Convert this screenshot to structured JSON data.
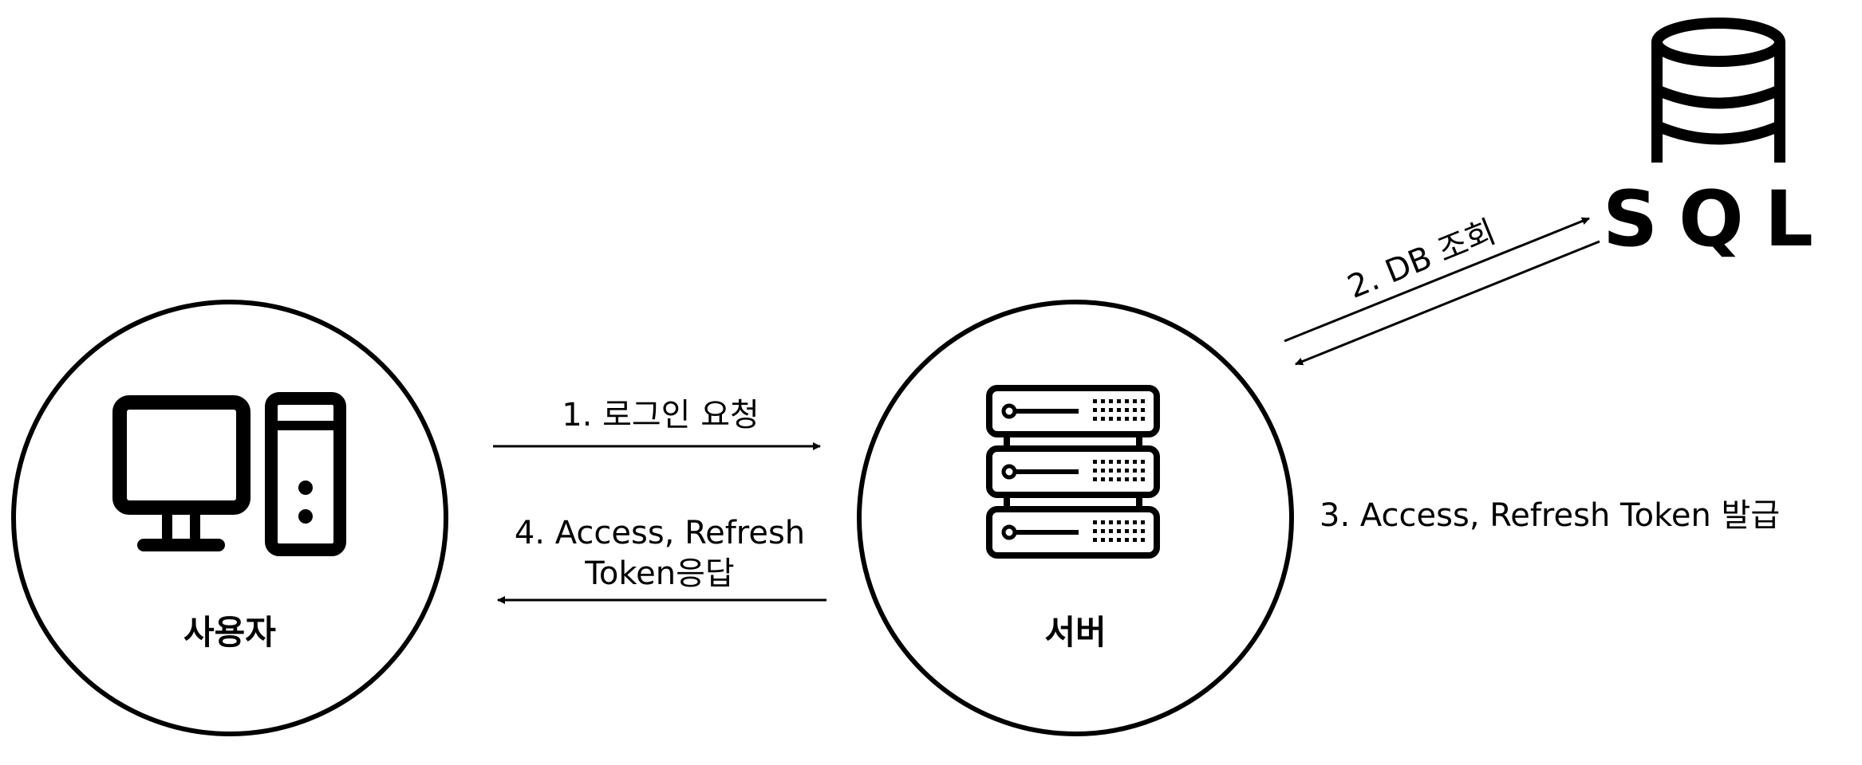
{
  "nodes": {
    "user": {
      "label": "사용자",
      "icon": "desktop-computer-icon"
    },
    "server": {
      "label": "서버",
      "icon": "server-rack-icon"
    },
    "database": {
      "label": "SQL",
      "icon": "database-icon"
    }
  },
  "edges": {
    "login_request": {
      "label": "1. 로그인 요청"
    },
    "db_query": {
      "label": "2. DB 조회"
    },
    "token_issue": {
      "label": "3. Access, Refresh Token 발급"
    },
    "token_response": {
      "line1": "4. Access, Refresh",
      "line2": "Token응답"
    }
  },
  "colors": {
    "stroke": "#000000",
    "background": "#ffffff"
  }
}
